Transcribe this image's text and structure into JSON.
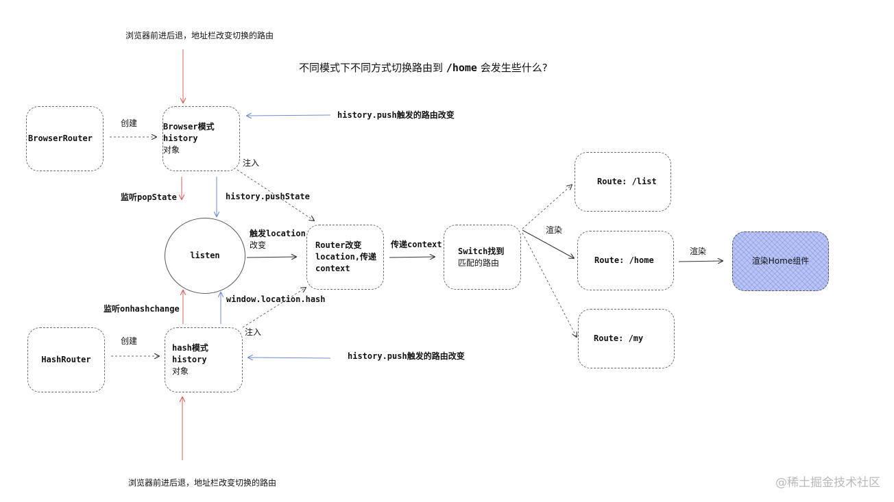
{
  "title": {
    "prefix": "不同模式下不同方式切换路由到",
    "path": "/home",
    "suffix": "会发生些什么?"
  },
  "top_note": "浏览器前进后退，地址栏改变切换的路由",
  "bottom_note": "浏览器前进后退，地址栏改变切换的路由",
  "nodes": {
    "browser_router": "BrowserRouter",
    "browser_history": [
      "Browser模式history",
      "对象"
    ],
    "listen": "listen",
    "router": [
      "Router改变",
      "location,传递",
      "context"
    ],
    "switch": [
      "Switch找到",
      "匹配的路由"
    ],
    "route_list": "Route: /list",
    "route_home": "Route: /home",
    "route_my": "Route: /my",
    "home_component": "渲染Home组件",
    "hash_router": "HashRouter",
    "hash_history": [
      "hash模式history",
      "对象"
    ]
  },
  "labels": {
    "create_top": "创建",
    "create_bottom": "创建",
    "push_top": "history.push触发的路由改变",
    "push_bottom": "history.push触发的路由改变",
    "inject_top": "注入",
    "inject_bottom": "注入",
    "listen_popstate": "监听popState",
    "push_state": "history.pushState",
    "trigger_location": [
      "触发location",
      "改变"
    ],
    "pass_context": "传递context",
    "listen_hashchange": "监听onhashchange",
    "window_hash": "window.location.hash",
    "render_switch": "渲染",
    "render_home": "渲染"
  },
  "colors": {
    "red_arrow": "#d9605a",
    "blue_arrow": "#6f8ad0",
    "black_arrow": "#333333",
    "home_fill": "#b9c4f3"
  },
  "watermark": "@稀土掘金技术社区"
}
